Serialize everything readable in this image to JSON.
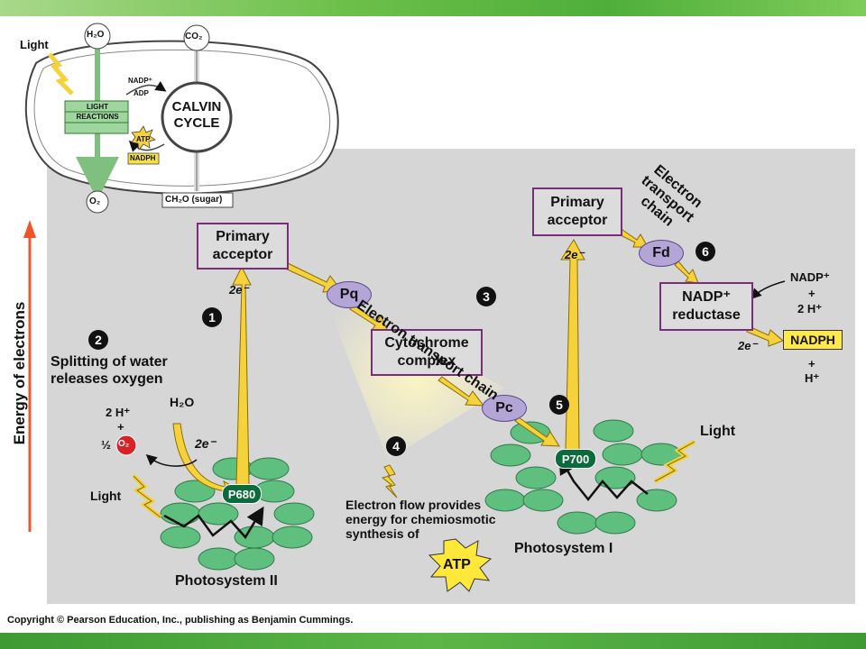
{
  "inset": {
    "light": "Light",
    "h2o": "H₂O",
    "co2": "CO₂",
    "o2": "O₂",
    "light_reactions": "LIGHT\nREACTIONS",
    "calvin_cycle": "CALVIN\nCYCLE",
    "nadp_plus": "NADP⁺",
    "adp": "ADP",
    "atp": "ATP",
    "nadph": "NADPH",
    "sugar": "CH₂O (sugar)"
  },
  "axis": {
    "label": "Energy of electrons"
  },
  "ps2": {
    "primary_acceptor": "Primary\nacceptor",
    "two_e": "2e⁻",
    "step1": "1",
    "step2": "2",
    "splitting": "Splitting of water\nreleases oxygen",
    "two_h": "2 H⁺",
    "plus": "+",
    "half_o2_prefix": "½",
    "o2_chip": "O₂",
    "h2o": "H₂O",
    "two_e_lower": "2e⁻",
    "light": "Light",
    "p680": "P680",
    "label": "Photosystem II"
  },
  "etc1": {
    "pq": "Pq",
    "cytochrome": "Cytochrome\ncomplex",
    "pc": "Pc",
    "chain_label": "Electron transport chain",
    "step3": "3",
    "step4": "4",
    "chemiosmotic": "Electron flow provides\nenergy for chemiosmotic\nsynthesis of",
    "atp": "ATP"
  },
  "ps1": {
    "primary_acceptor": "Primary\nacceptor",
    "two_e": "2e⁻",
    "step5": "5",
    "p700": "P700",
    "light": "Light",
    "label": "Photosystem I"
  },
  "etc2": {
    "chain_label": "Electron\ntransport\nchain",
    "step6": "6",
    "fd": "Fd",
    "nadp_reductase": "NADP⁺\nreductase",
    "nadp_plus": "NADP⁺",
    "plus": "+",
    "two_h": "2 H⁺",
    "two_e": "2e⁻",
    "nadph": "NADPH",
    "plus2": "+",
    "h_plus": "H⁺"
  },
  "footer": {
    "copyright": "Copyright © Pearson Education, Inc., publishing as Benjamin Cummings."
  },
  "colors": {
    "arrow_yellow": "#f5d23c",
    "axis_orange": "#f0552a",
    "thylakoid_green": "#5fbf7e",
    "carrier_purple": "#b3a6d6",
    "box_border": "#7a2d7a"
  }
}
